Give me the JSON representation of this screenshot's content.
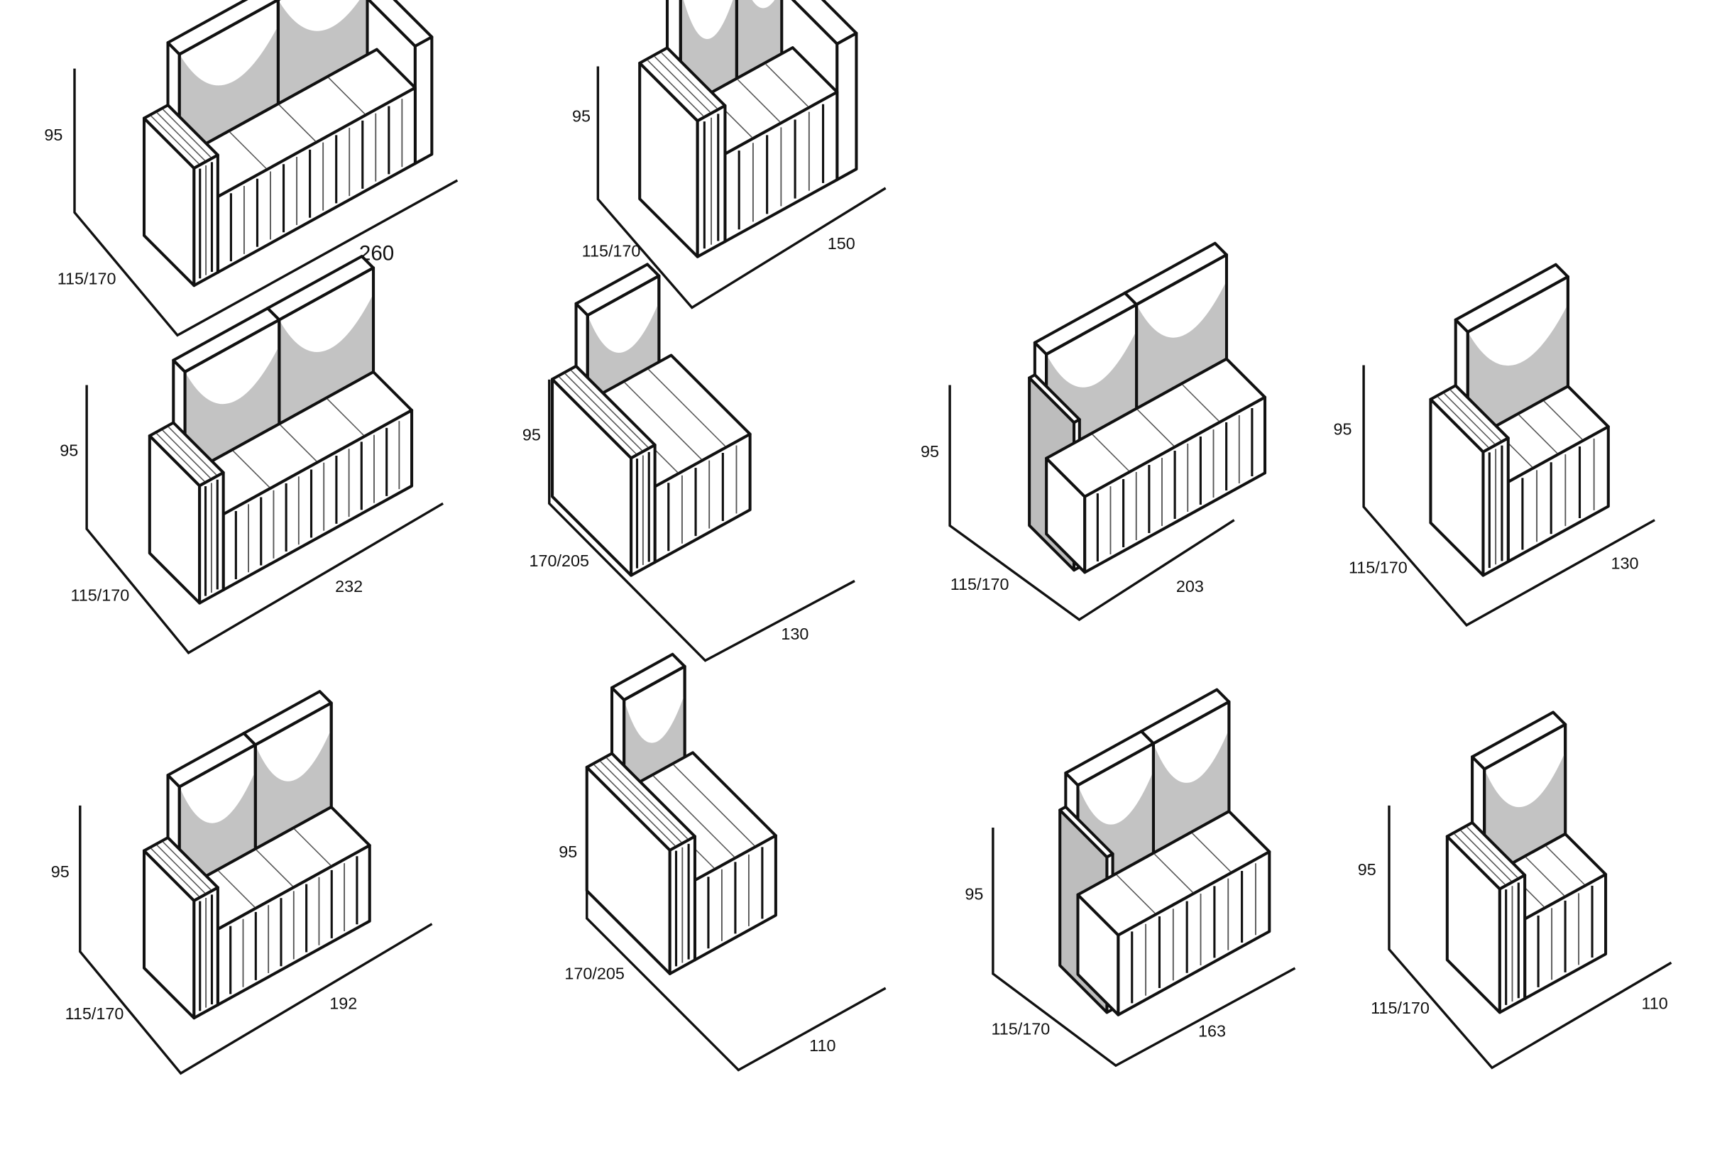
{
  "title": "Sofa module dimension sketches",
  "colors": {
    "line": "#111111",
    "shade": "#bdbdbd",
    "stripe": "#555555"
  },
  "modules": [
    {
      "id": "sofa-260",
      "height": "95",
      "depth": "115/170",
      "width": "260",
      "type": "two-arms"
    },
    {
      "id": "armchair-150",
      "height": "95",
      "depth": "115/170",
      "width": "150",
      "type": "two-arms"
    },
    {
      "id": "sofa-232",
      "height": "95",
      "depth": "115/170",
      "width": "232",
      "type": "left-arm"
    },
    {
      "id": "chaise-130",
      "height": "95",
      "depth": "170/205",
      "width": "130",
      "type": "chaise"
    },
    {
      "id": "sofa-203",
      "height": "95",
      "depth": "115/170",
      "width": "203",
      "type": "armless"
    },
    {
      "id": "module-130",
      "height": "95",
      "depth": "115/170",
      "width": "130",
      "type": "left-arm"
    },
    {
      "id": "sofa-192",
      "height": "95",
      "depth": "115/170",
      "width": "192",
      "type": "left-arm"
    },
    {
      "id": "chaise-110",
      "height": "95",
      "depth": "170/205",
      "width": "110",
      "type": "chaise"
    },
    {
      "id": "sofa-163",
      "height": "95",
      "depth": "115/170",
      "width": "163",
      "type": "armless"
    },
    {
      "id": "module-110",
      "height": "95",
      "depth": "115/170",
      "width": "110",
      "type": "left-arm"
    }
  ]
}
